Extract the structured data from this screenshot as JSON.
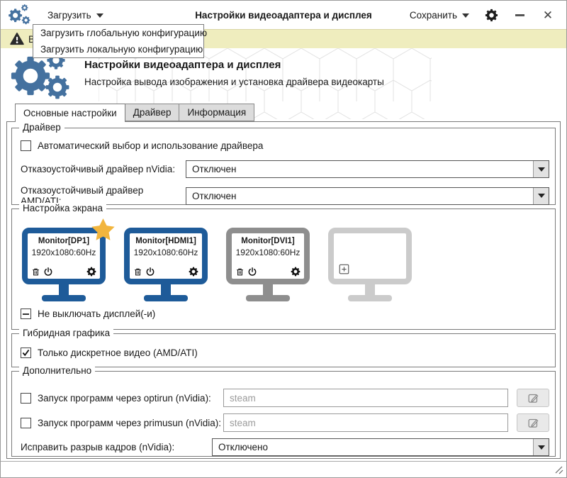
{
  "window": {
    "title": "Настройки видеоадаптера и дисплея"
  },
  "menubar": {
    "load_label": "Загрузить",
    "save_label": "Сохранить",
    "menu_items": {
      "global": "Загрузить глобальную конфигурацию",
      "local": "Загрузить локальную конфигурацию"
    }
  },
  "alert": {
    "visible_text": "В"
  },
  "banner": {
    "title": "Настройки видеоадаптера и дисплея",
    "subtitle": "Настройка вывода изображения и установка драйвера видеокарты"
  },
  "tabs": {
    "main": "Основные настройки",
    "driver": "Драйвер",
    "info": "Информация"
  },
  "groups": {
    "driver": {
      "legend": "Драйвер",
      "auto_checkbox_label": "Автоматический выбор и использование драйвера",
      "nvidia_label": "Отказоустойчивый драйвер nVidia:",
      "nvidia_value": "Отключен",
      "amd_label": "Отказоустойчивый драйвер AMD/ATI:",
      "amd_value": "Отключен"
    },
    "screen": {
      "legend": "Настройка экрана",
      "monitors": [
        {
          "name": "Monitor[DP1]",
          "mode": "1920x1080:60Hz",
          "primary": true
        },
        {
          "name": "Monitor[HDMI1]",
          "mode": "1920x1080:60Hz",
          "primary": false
        },
        {
          "name": "Monitor[DVI1]",
          "mode": "1920x1080:60Hz",
          "primary": false
        },
        {
          "name": "",
          "mode": "",
          "empty": true
        }
      ],
      "keep_on_label": "Не выключать дисплей(-и)"
    },
    "hybrid": {
      "legend": "Гибридная графика",
      "discrete_label": "Только дискретное видео (AMD/ATI)"
    },
    "extra": {
      "legend": "Дополнительно",
      "optirun_label": "Запуск программ через optirun (nVidia):",
      "optirun_placeholder": "steam",
      "primusun_label": "Запуск программ через primusun (nVidia):",
      "primusun_placeholder": "steam",
      "tearing_label": "Исправить разрыв кадров (nVidia):",
      "tearing_value": "Отключено"
    }
  },
  "colors": {
    "monitor_blue": "#1e5b99",
    "monitor_gray": "#8e8e8e",
    "monitor_light": "#cbcbcb",
    "logo_blue": "#44719f",
    "alert_yellow": "#efedbe",
    "star_gold": "#f2b53d"
  }
}
